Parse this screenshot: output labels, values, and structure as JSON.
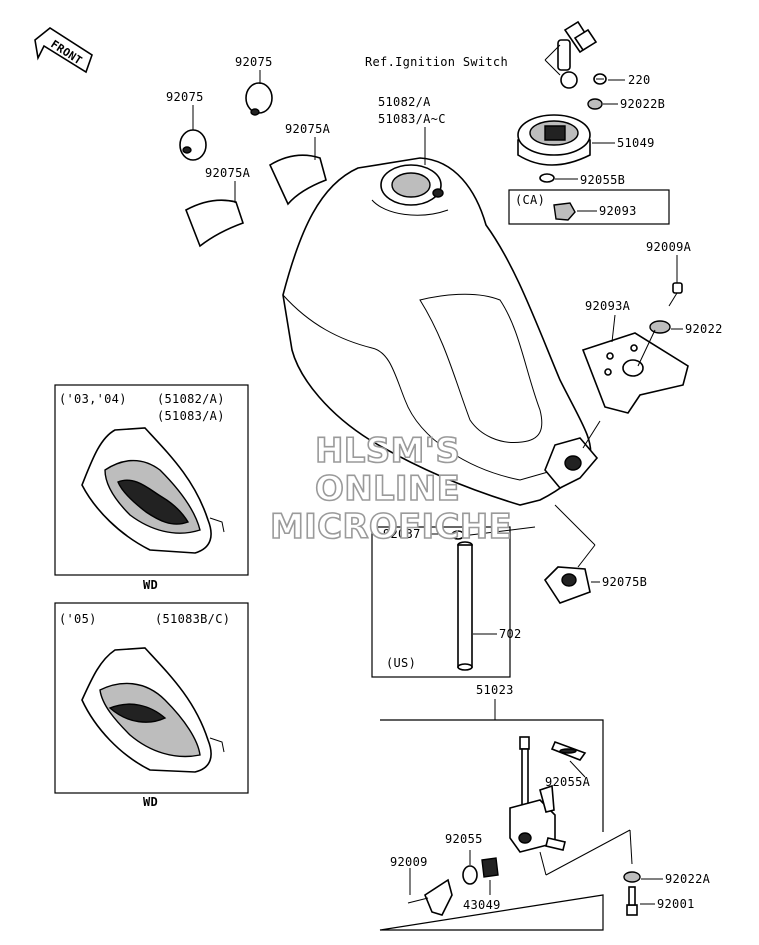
{
  "front_badge": "FRONT",
  "labels": {
    "ref_ignition": "Ref.Ignition Switch",
    "p220": "220",
    "p92022B": "92022B",
    "p51049": "51049",
    "p92055B": "92055B",
    "ca": "(CA)",
    "p92093": "92093",
    "p92009A": "92009A",
    "p92093A": "92093A",
    "p92022": "92022",
    "p92075_top": "92075",
    "p92075_left": "92075",
    "p92075A_right": "92075A",
    "p92075A_left": "92075A",
    "tank_1": "51082/A",
    "tank_2": "51083/A~C",
    "p92075B": "92075B",
    "p92037": "92037",
    "p702": "702",
    "us": "(US)",
    "p51023": "51023",
    "p92055A": "92055A",
    "p92055": "92055",
    "p92009": "92009",
    "p43049": "43049",
    "p92022A": "92022A",
    "p92001": "92001"
  },
  "inset_top": {
    "years": "('03,'04)",
    "part_1": "(51082/A)",
    "part_2": "(51083/A)",
    "caption": "WD"
  },
  "inset_bottom": {
    "years": "('05)",
    "part_1": "(51083B/C)",
    "caption": "WD"
  },
  "watermark": [
    "HLSM'S",
    "ONLINE",
    "MICROFICHE"
  ]
}
